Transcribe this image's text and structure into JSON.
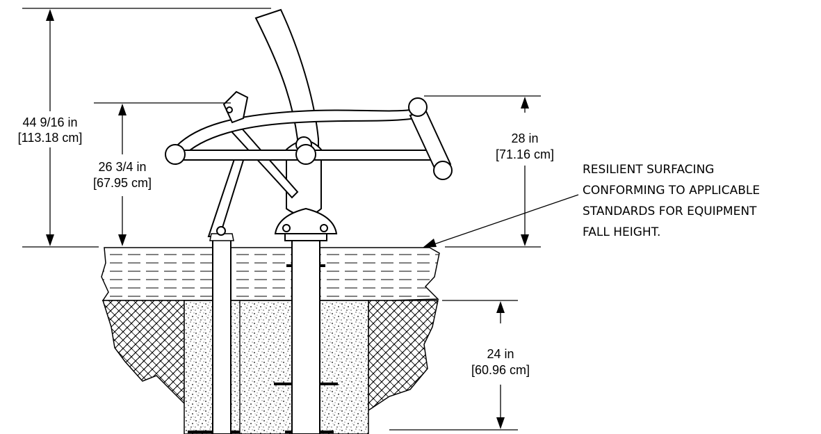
{
  "dimensions": {
    "overall_height": {
      "imperial": "44 9/16 in",
      "metric": "[113.18 cm]"
    },
    "bar_height": {
      "imperial": "26 3/4 in",
      "metric": "[67.95 cm]"
    },
    "handle_height": {
      "imperial": "28 in",
      "metric": "[71.16 cm]"
    },
    "footing_depth": {
      "imperial": "24 in",
      "metric": "[60.96 cm]"
    }
  },
  "callout": {
    "lines": [
      "RESILIENT SURFACING",
      "CONFORMING TO APPLICABLE",
      "STANDARDS FOR EQUIPMENT",
      "FALL HEIGHT."
    ]
  }
}
